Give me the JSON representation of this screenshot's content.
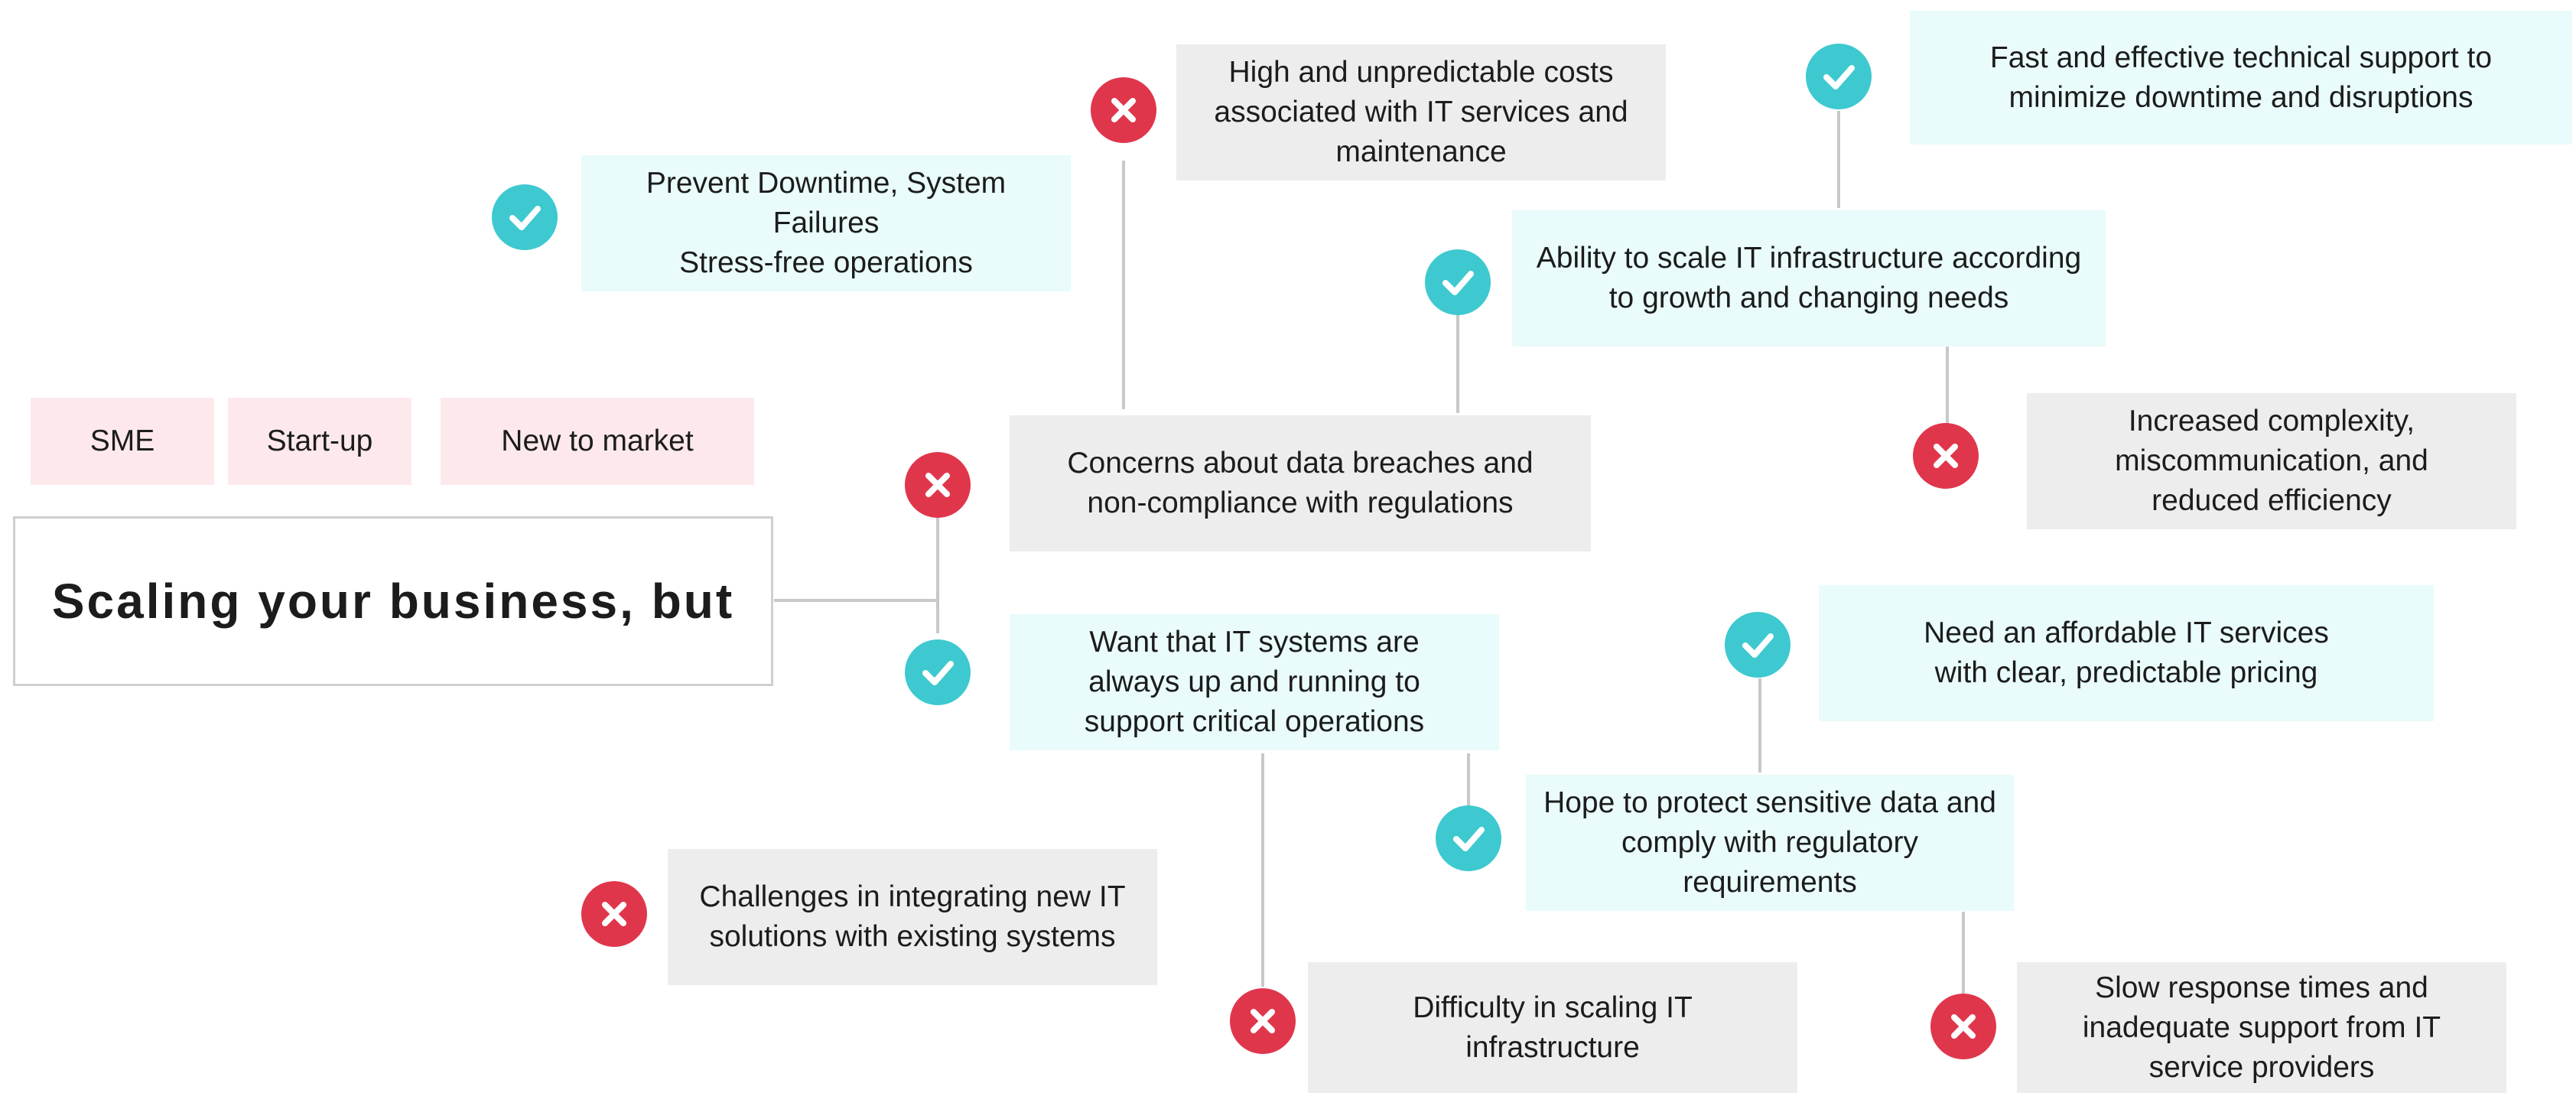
{
  "colors": {
    "check": "#3dc9cf",
    "cross": "#e0364c",
    "positive_box": "#e9fbfb",
    "negative_box": "#ededed",
    "tag": "#fde9ec",
    "connector": "#c8c8c8"
  },
  "tags": [
    "SME",
    "Start-up",
    "New to market"
  ],
  "title": "Scaling your business, but",
  "nodes": {
    "high_costs": "High and unpredictable costs\nassociated with IT services and\nmaintenance",
    "fast_support": "Fast and effective technical support to\nminimize downtime and disruptions",
    "prevent_downtime": "Prevent Downtime, System Failures\nStress-free operations",
    "scale_infra": "Ability to scale IT infrastructure according\nto growth and changing needs",
    "increased_complexity": "Increased complexity,\nmiscommunication, and\nreduced efficiency",
    "data_breaches": "Concerns about data breaches and\nnon-compliance with regulations",
    "always_up": "Want that IT systems are\nalways up and running to\nsupport critical operations",
    "affordable": "Need an affordable IT services\nwith clear, predictable pricing",
    "protect_data": "Hope to protect sensitive data and\ncomply with regulatory\nrequirements",
    "integrating": "Challenges in integrating new IT\nsolutions with existing systems",
    "difficulty_scaling": "Difficulty in scaling IT\ninfrastructure",
    "slow_response": "Slow response times and\ninadequate support from IT\nservice providers"
  },
  "icons": {
    "check": "check-icon",
    "cross": "cross-icon"
  }
}
